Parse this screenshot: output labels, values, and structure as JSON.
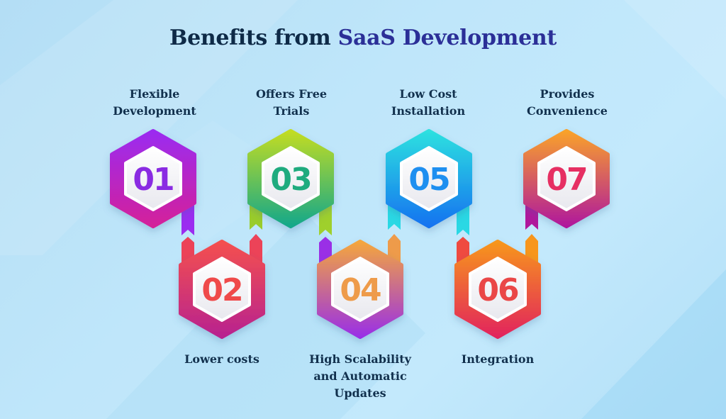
{
  "title": {
    "part1": "Benefits from",
    "part2": "SaaS Development",
    "color_main": "#0e2a47",
    "color_accent": "#2b2f97"
  },
  "steps": [
    {
      "number": "01",
      "label_lines": [
        "Flexible",
        "Development"
      ],
      "position": "top",
      "num_color": "#8a2be2",
      "gradient": [
        "#9b2cf0",
        "#d4209a"
      ]
    },
    {
      "number": "02",
      "label_lines": [
        "Lower costs"
      ],
      "position": "bottom",
      "num_color": "#ef4a4a",
      "gradient": [
        "#f4504e",
        "#b8228f"
      ]
    },
    {
      "number": "03",
      "label_lines": [
        "Offers Free",
        "Trials"
      ],
      "position": "top",
      "num_color": "#1fab7e",
      "gradient": [
        "#c2dc22",
        "#14a88a"
      ]
    },
    {
      "number": "04",
      "label_lines": [
        "High Scalability",
        "and Automatic",
        "Updates"
      ],
      "position": "bottom",
      "num_color": "#ee9b4a",
      "gradient": [
        "#f4a63d",
        "#9a2fe6"
      ]
    },
    {
      "number": "05",
      "label_lines": [
        "Low Cost",
        "Installation"
      ],
      "position": "top",
      "num_color": "#1e8ff0",
      "gradient": [
        "#2de0e0",
        "#1573f0"
      ]
    },
    {
      "number": "06",
      "label_lines": [
        "Integration"
      ],
      "position": "bottom",
      "num_color": "#ea4747",
      "gradient": [
        "#f7961c",
        "#e2245d"
      ]
    },
    {
      "number": "07",
      "label_lines": [
        "Provides",
        "Convenience"
      ],
      "position": "top",
      "num_color": "#e62f62",
      "gradient": [
        "#f9a22a",
        "#b0189c"
      ]
    }
  ]
}
